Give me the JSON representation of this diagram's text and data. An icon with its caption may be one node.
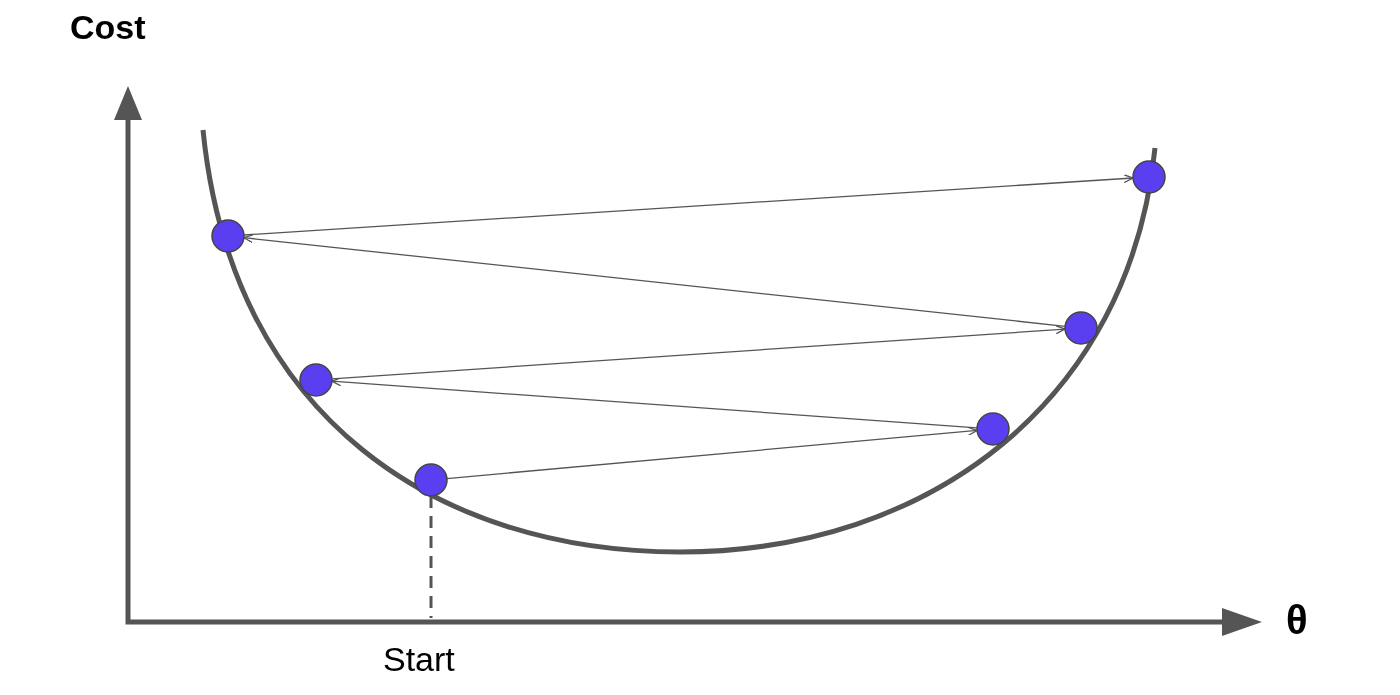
{
  "diagram": {
    "nodes": [
      {
        "text": [],
        "shape": "circle"
      },
      {
        "text": [],
        "shape": "circle"
      },
      {
        "text": [],
        "shape": "circle"
      },
      {
        "text": [],
        "shape": "circle"
      },
      {
        "text": [],
        "shape": "circle"
      },
      {
        "text": [],
        "shape": "circle"
      }
    ],
    "edges": [
      {
        "from": 2,
        "to": 3,
        "arrow": "to"
      },
      {
        "from": 3,
        "to": 1,
        "arrow": "to"
      },
      {
        "from": 1,
        "to": 4,
        "arrow": "to"
      },
      {
        "from": 4,
        "to": 0,
        "arrow": "to"
      },
      {
        "from": 0,
        "to": 5,
        "arrow": "to"
      }
    ],
    "labels": [
      "Cost",
      "θ",
      "Start"
    ]
  }
}
